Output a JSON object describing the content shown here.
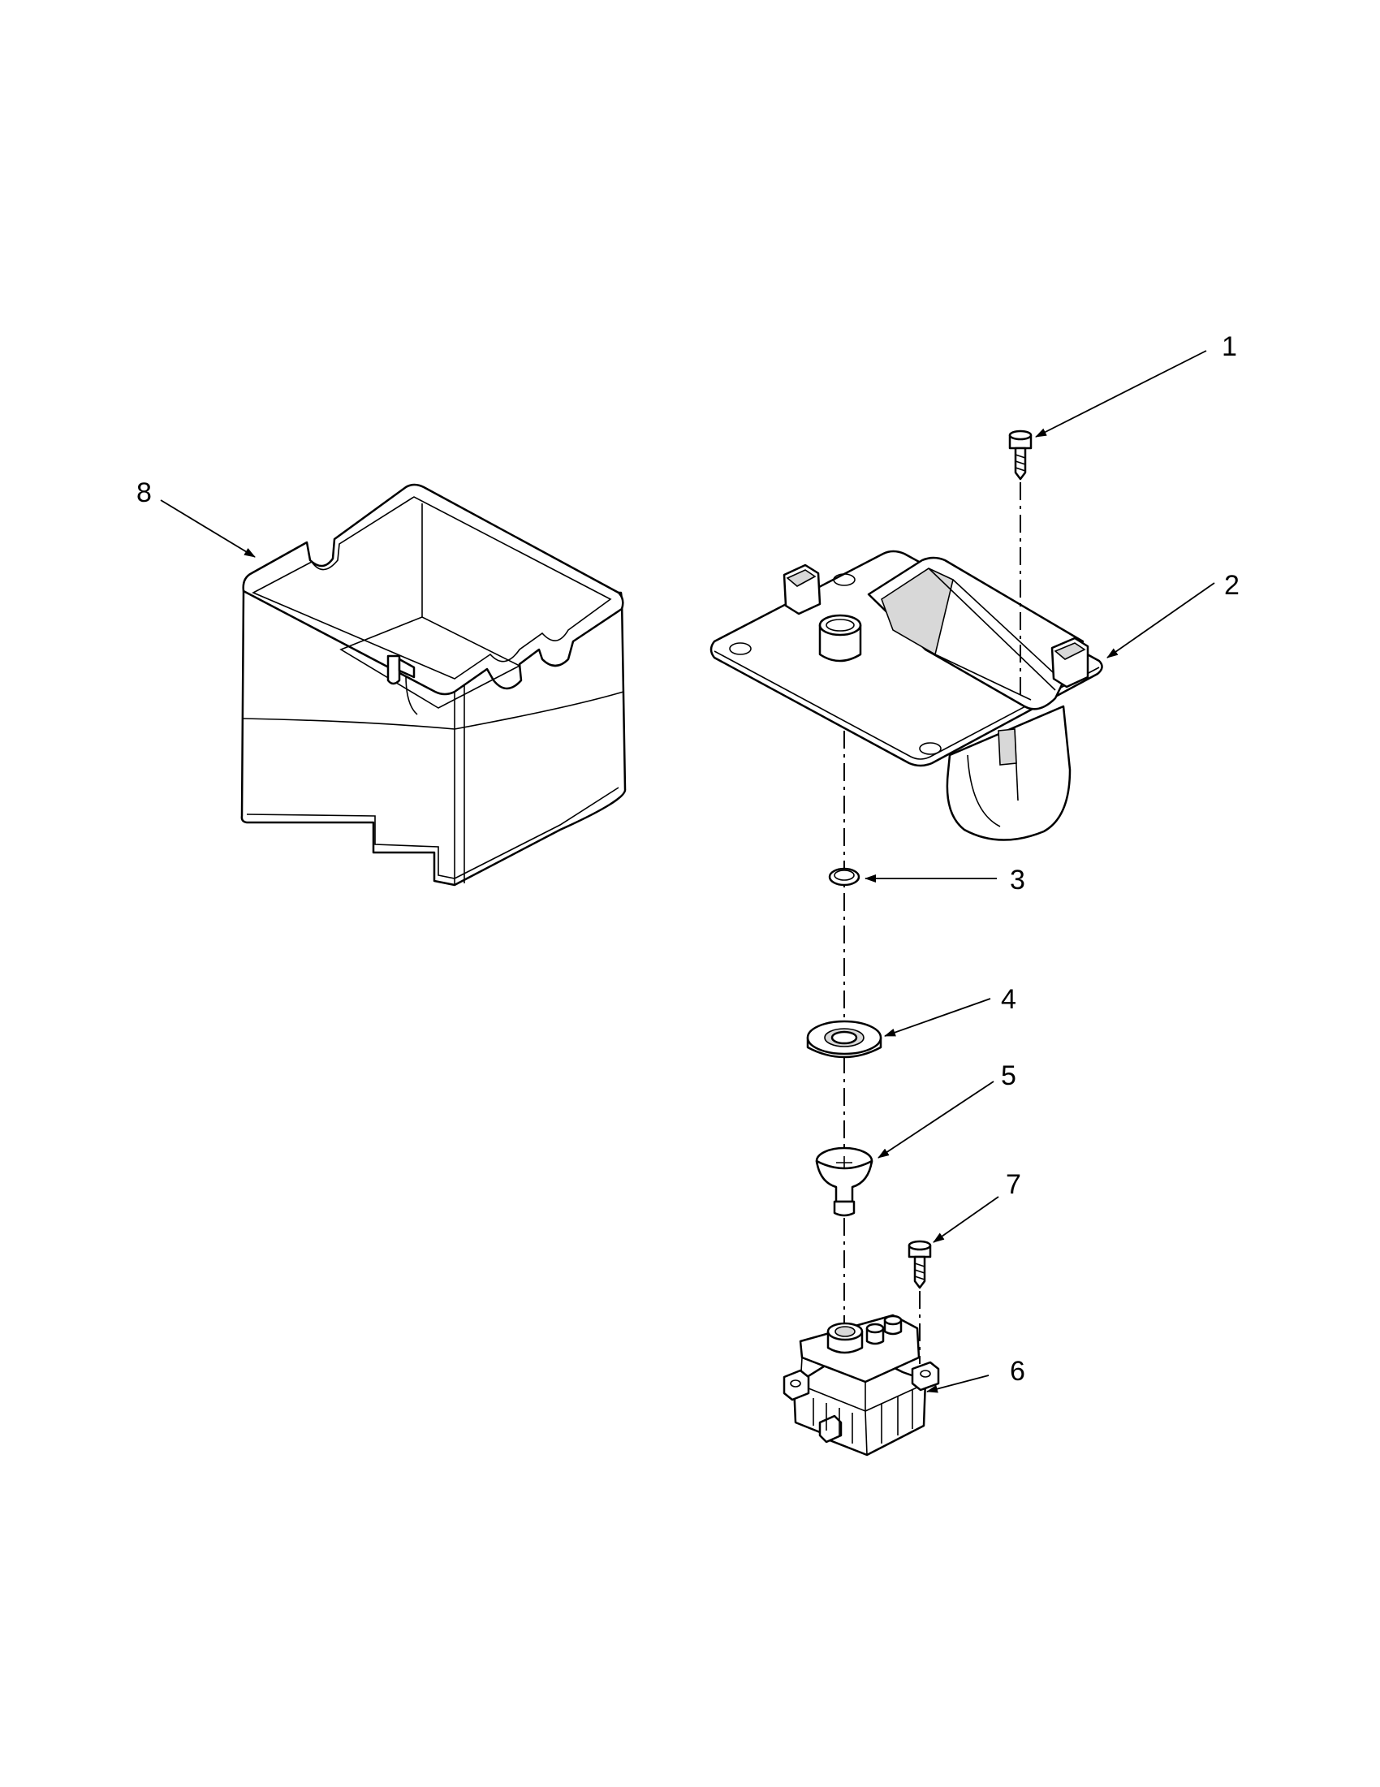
{
  "diagram": {
    "callouts": [
      {
        "id": "1",
        "label": "1",
        "part": "screw"
      },
      {
        "id": "2",
        "label": "2",
        "part": "ice-chute-housing"
      },
      {
        "id": "3",
        "label": "3",
        "part": "retaining-ring"
      },
      {
        "id": "4",
        "label": "4",
        "part": "bearing-washer"
      },
      {
        "id": "5",
        "label": "5",
        "part": "drive-coupler"
      },
      {
        "id": "6",
        "label": "6",
        "part": "auger-motor"
      },
      {
        "id": "7",
        "label": "7",
        "part": "screw"
      },
      {
        "id": "8",
        "label": "8",
        "part": "ice-bucket"
      }
    ]
  }
}
